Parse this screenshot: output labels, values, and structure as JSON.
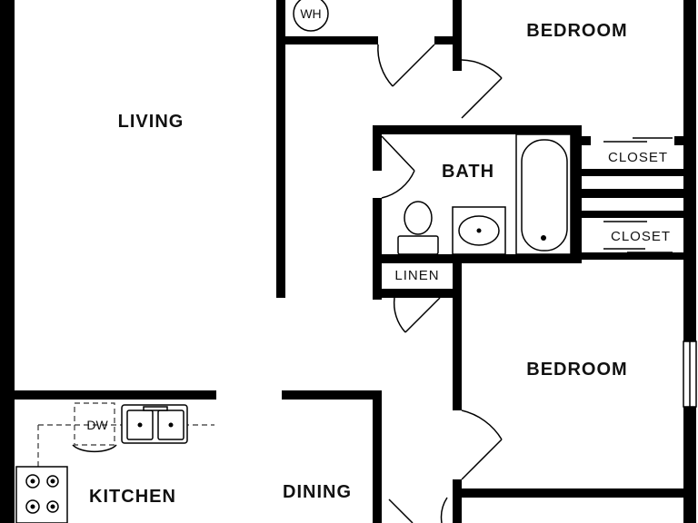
{
  "rooms": {
    "living": "LIVING",
    "bedroom_top": "BEDROOM",
    "bedroom_bottom": "BEDROOM",
    "bath": "BATH",
    "closet_top": "CLOSET",
    "closet_bottom": "CLOSET",
    "linen": "LINEN",
    "kitchen": "KITCHEN",
    "dining": "DINING"
  },
  "fixtures": {
    "water_heater": "WH",
    "dishwasher": "DW"
  },
  "colors": {
    "wall": "#000000",
    "background": "#ffffff"
  }
}
